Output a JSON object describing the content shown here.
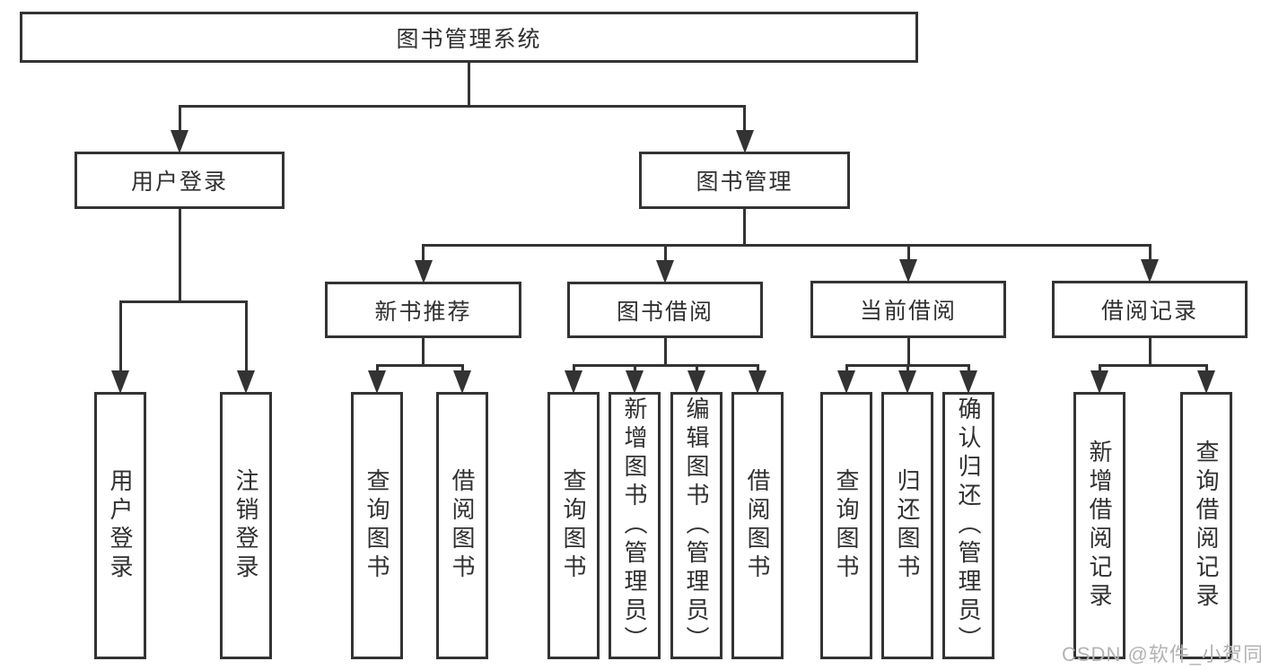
{
  "diagram": {
    "type": "hierarchy-tree",
    "title": "图书管理系统",
    "watermark": "CSDN @软件_小贺同学",
    "colors": {
      "line": "#333333",
      "border": "#333333",
      "text": "#303030",
      "background": "#ffffff",
      "watermark": "#b3b3b3"
    },
    "nodes": [
      {
        "id": "root",
        "name": "node-library-management-system",
        "label": "图书管理系统",
        "level": 1,
        "parent": null,
        "vertical": false
      },
      {
        "id": "user-login",
        "name": "node-user-login",
        "label": "用户登录",
        "level": 2,
        "parent": "root",
        "vertical": false
      },
      {
        "id": "book-mgmt",
        "name": "node-book-management",
        "label": "图书管理",
        "level": 2,
        "parent": "root",
        "vertical": false
      },
      {
        "id": "new-book-rec",
        "name": "node-new-book-recommendation",
        "label": "新书推荐",
        "level": 3,
        "parent": "book-mgmt",
        "vertical": false
      },
      {
        "id": "book-borrow",
        "name": "node-book-borrowing",
        "label": "图书借阅",
        "level": 3,
        "parent": "book-mgmt",
        "vertical": false
      },
      {
        "id": "current-borrow",
        "name": "node-current-borrowing",
        "label": "当前借阅",
        "level": 3,
        "parent": "book-mgmt",
        "vertical": false
      },
      {
        "id": "borrow-records",
        "name": "node-borrowing-records",
        "label": "借阅记录",
        "level": 3,
        "parent": "book-mgmt",
        "vertical": false
      },
      {
        "id": "leaf-user-login",
        "name": "node-leaf-user-login",
        "label": "用户登录",
        "level": 4,
        "parent": "user-login",
        "vertical": true
      },
      {
        "id": "leaf-logout",
        "name": "node-leaf-logout",
        "label": "注销登录",
        "level": 4,
        "parent": "user-login",
        "vertical": true
      },
      {
        "id": "leaf-query-books-rec",
        "name": "node-leaf-query-books-recommendation",
        "label": "查询图书",
        "level": 4,
        "parent": "new-book-rec",
        "vertical": true
      },
      {
        "id": "leaf-borrow-books-rec",
        "name": "node-leaf-borrow-books-recommendation",
        "label": "借阅图书",
        "level": 4,
        "parent": "new-book-rec",
        "vertical": true
      },
      {
        "id": "leaf-query-books-borrow",
        "name": "node-leaf-query-books-borrowing",
        "label": "查询图书",
        "level": 4,
        "parent": "book-borrow",
        "vertical": true
      },
      {
        "id": "leaf-add-books-admin",
        "name": "node-leaf-add-books-admin",
        "label": "新增图书（管理员）",
        "level": 4,
        "parent": "book-borrow",
        "vertical": true
      },
      {
        "id": "leaf-edit-books-admin",
        "name": "node-leaf-edit-books-admin",
        "label": "编辑图书（管理员）",
        "level": 4,
        "parent": "book-borrow",
        "vertical": true
      },
      {
        "id": "leaf-borrow-books-borrow",
        "name": "node-leaf-borrow-books-borrowing",
        "label": "借阅图书",
        "level": 4,
        "parent": "book-borrow",
        "vertical": true
      },
      {
        "id": "leaf-query-books-current",
        "name": "node-leaf-query-books-current",
        "label": "查询图书",
        "level": 4,
        "parent": "current-borrow",
        "vertical": true
      },
      {
        "id": "leaf-return-books",
        "name": "node-leaf-return-books",
        "label": "归还图书",
        "level": 4,
        "parent": "current-borrow",
        "vertical": true
      },
      {
        "id": "leaf-confirm-return-admin",
        "name": "node-leaf-confirm-return-admin",
        "label": "确认归还（管理员）",
        "level": 4,
        "parent": "current-borrow",
        "vertical": true
      },
      {
        "id": "leaf-add-borrow-record",
        "name": "node-leaf-add-borrow-record",
        "label": "新增借阅记录",
        "level": 4,
        "parent": "borrow-records",
        "vertical": true
      },
      {
        "id": "leaf-query-borrow-record",
        "name": "node-leaf-query-borrow-record",
        "label": "查询借阅记录",
        "level": 4,
        "parent": "borrow-records",
        "vertical": true
      }
    ]
  }
}
